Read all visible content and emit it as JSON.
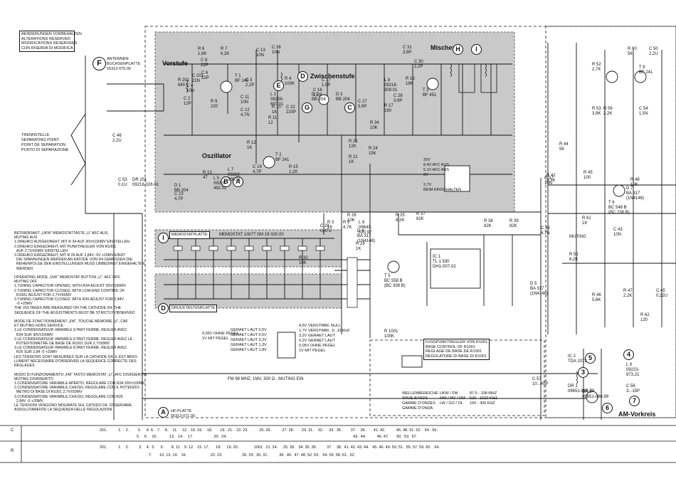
{
  "notice": "AENDERUNGEN VORBEHALTEN\nALTERATIONS RESERVED\nMODIFICATIONS RESERVEES\nCON RISERVA DI MODIFICA",
  "antenna_plate": "ANTENNEN-\nBUCHSENPLATTE\n55312-075.00",
  "antenna_letter": "F",
  "separating_point": "TRENNSTELLE\nSEPARATING POINT\nPOINT DE SEPARATION\nPUNTO DI SEPARAZIONE",
  "section_titles": {
    "vorstufe": "Vorstufe",
    "oszillator": "Oszillator",
    "zwischenstufe": "Zwischenstufe",
    "mischer": "Mischer",
    "am_vorkreis": "AM-Vorkreis"
  },
  "memory_plate": "MEMOSTATPLATTE",
  "memory_plate_no": "MEMOSTAT 1/8/77 SM 19-320.00",
  "pushbutton_plate": "DRUCKTASTENPLATTE",
  "hf_plate": "HF-PLATTE\n55312-071.00",
  "circle_labels": [
    "H",
    "I",
    "D",
    "G",
    "C",
    "B",
    "A",
    "E",
    "I",
    "D",
    "A"
  ],
  "numbered_circles": [
    "3",
    "4",
    "5",
    "6",
    "7"
  ],
  "fine_tune_box": "FUSSPUNKTREGLER VON R1001\nBASE CONTROL OF R1001\nREGLAGE DE BASE DE R1001\nREGOLATORE DI BASE DI R1001",
  "band_table": {
    "header": "WELLENBEREICHE\nWAVE BANDS\nGAMME D'ONDES\nGAMME D'ONDA",
    "bands": "UKW / FM\nMW / PO / OM\nLW / GO / OL",
    "ranges": "87,5 - 108 MHZ\n520 - 1620 KHZ\n150 - 300 KHZ"
  },
  "fm_line": "FM 98 MHZ, 1MV, 300 Ω , MUTING EIN",
  "gerate_laut": "GERAET LAUT 0,5V\nGERAET LAUT 0,5V\nGERAET LAUT 3,2V\nGERAET LAUT 1,3V\nGERAET LAUT 1,8V",
  "verstimm": "4,6V VERSTIMM. NULL\n1,7V VERSTIMM. -0...50KHZ\n3,2V GERAET LAUT\n0,2V GERAET LAUT\n0,05V OHNE PEGEL\n1V MIT PEGEL",
  "ohne_pegel": "0,05V OHNE PEGEL\n1V MIT PEGEL",
  "voltages_box": "20V\n8,4V AFC AUS\n5,1V AFC AUS\n0V\n\n2,7V\nBEIM EINSCHALTEN",
  "instructions": "BETRIEBSART „UKW“ MEMOSTATTASTE „U“ AFC AUS,\nMUTING AUS\n1.DREHKO AUSGEDREHT, MIT R 34 AUF 30V±100MV EINSTELLEN\n2.DREHKO EINGEDREHT, MIT PUNKTREGLER VON R1001\n  AUF 2,7V±50MV EINSTELLEN\n3.DREHKO EINGEDREHT, MIT R 26 AUF 2,84V -0V +20MV EINST\n  DIE SPANNUNGEN WERDEN AN KATODE VON D4 GEMESSEN DIE\n  REIHENFOLGE DER EINSTELLUNGEN MUSS UNBEDINGT EINGEHALTEN\n  WERDEN\n\nOPERATING MODE „VHF“ MEMOSTAT BUTTON „U“, AFC OFF,\nMUTING OFF\n1.TUNING CAPACITOR OPENED, WITH R34 ADJUST 30V±100MV\n2.TUNING CAPACITOR CLOSED, WITH LOW-END CONTROL OF\n  R1001 ADJUST FOR 2,7V±50MV\n3.TUNING CAPACITOR CLOSED, WITH R26 ADJUST FOR 2,84V\n  -0 +20MV\nTHE VOLTAGES ARE MEASURED ON THE CATHODE D4. THE\nSEQUENCE OF THE ADJUSTMENTS MUST BE STRICTLY OBSERVED\n\nMODE DE FONCTIONNEMENT „FM“, TOUCHE MEMOIRE „U“, CAF\nET MUTING HORS SERVICE\n1.LE CONDENSATEUR VARIABLE ETANT FERME, REGLER AVEC\n  R34 SUR 30V±100MV\n2.LE CONDENSATEUR VARIABLE ETANT FERME, REGLER AVEC LE\n  POTENTIOMETRE DE BASE DE R1001 SUR 2,7±50MV\n3.LE CONDENSATEUR VARIABLE ETANT FERME, REGLER AVEC\n  R26 SUR 2,84 -0 +20MV\nLES TENSIONS SONT MESUREES SUR LA CATHODE D4. IL EST ABSO-\nLUMENT NECESSAIRE D'OBSERVER LA SEQUENCE CORRECTE DES REGLAGES\n\nMODO DI FUNZIONAMENTO „FM“ TASTO MEMOSTAT „U“, AFC DISINSERITO,\nMUTING DISINSERITO\n1.CONDENSATORE VARIABILE APERTO, REGOLARE CON R34 30V±100MV\n2.CONDENSATORE VARIABILE CHIUSO, REGOLARE CON IL POTENZIO-\n  METRO DI BASE DI R1001 2,7V±50MV\n3.CONDENSATORE VARIABILE CHIUSO, REGOLARE CON R26\n  2,84V -0 +20MV\nLE TENSIONI VENGONO MISURATE SUL CATODO D4. OSSERVARE\nASSOLUTAMENTE LA SEQUENZA DELLE REGOLAZIONI",
  "components": [
    {
      "t": "C 6\n22P"
    },
    {
      "t": "R 6\n1,8K"
    },
    {
      "t": "R 7\n6,2K"
    },
    {
      "t": "C 8\n22P"
    },
    {
      "t": "T 1\nBF 240"
    },
    {
      "t": "C 13\n10N"
    },
    {
      "t": "C 3\n2,2P"
    },
    {
      "t": "C 2\n12P"
    },
    {
      "t": "R 9\n220"
    },
    {
      "t": "C 11\n10N"
    },
    {
      "t": "C 12\n4,7N"
    },
    {
      "t": "R 10\n1K"
    },
    {
      "t": "C 16\n2,2P"
    },
    {
      "t": "C 17\n1,5P"
    },
    {
      "t": "C 22\n220P"
    },
    {
      "t": "R 11\n12"
    },
    {
      "t": "D 2\nBB 204"
    },
    {
      "t": "D 3\nBB 204"
    },
    {
      "t": "C 27\n5,6P"
    },
    {
      "t": "R 17\n180"
    },
    {
      "t": "C 28\n3,9P"
    },
    {
      "t": "T 3\nBF 451"
    },
    {
      "t": "R 19\n18K"
    },
    {
      "t": "C 30\n2,2P"
    },
    {
      "t": "C 31\n3,9P"
    },
    {
      "t": "C 36\n10N"
    },
    {
      "t": "L 8\n09218-\n309.01"
    },
    {
      "t": "R 34\n10K"
    },
    {
      "t": "R 24\n15K"
    },
    {
      "t": "R 25\n8,2K"
    },
    {
      "t": "R 26\n10K"
    },
    {
      "t": "D 4\nBA 317\n(1N4148)"
    },
    {
      "t": "C 28\n0,47U"
    },
    {
      "t": "R 21\n12K"
    },
    {
      "t": "R 22\n1K"
    },
    {
      "t": "T 2\nBF 241"
    },
    {
      "t": "R 12\n1K"
    },
    {
      "t": "C 19\n4,7P"
    },
    {
      "t": "R 15\n2,2K"
    },
    {
      "t": "R 37\n82K"
    },
    {
      "t": "R 38\n82K"
    },
    {
      "t": "R 39\n82K"
    },
    {
      "t": "IC 1\nTL 1 530\nDH1-007-02"
    },
    {
      "t": "T 5\nBC 558 B\n(BC 308 B)"
    },
    {
      "t": "C 38\n4,7N"
    },
    {
      "t": "R 29\n1K"
    },
    {
      "t": "R 30\n10K"
    },
    {
      "t": "R 1001\n100K"
    },
    {
      "t": "D 5\nBA 317\n(1N4148)"
    },
    {
      "t": "T 6\nBC 548 B\n(BC 238 B)"
    },
    {
      "t": "T 8\nBF 241"
    },
    {
      "t": "R 60\n56"
    },
    {
      "t": "C 50\n2,2U"
    },
    {
      "t": "R 52\n2,7K"
    },
    {
      "t": "R 53\n3,9K"
    },
    {
      "t": "R 56\n2,2K"
    },
    {
      "t": "C 54\n1,5N"
    },
    {
      "t": "R 62\n120"
    },
    {
      "t": "IC 2\nTDA 1072"
    },
    {
      "t": "DR 1\n09651-085.99"
    },
    {
      "t": "DR 2\n09651-086.99"
    },
    {
      "t": "L 9\n09223-\n873.21"
    },
    {
      "t": "C 56\n3...15P"
    },
    {
      "t": "C 57\n10...40P"
    },
    {
      "t": "R 42\n3,3K"
    },
    {
      "t": "C 37\n10N"
    },
    {
      "t": "R 44\n56"
    },
    {
      "t": "R 45\n100"
    },
    {
      "t": "C 43\n10N"
    },
    {
      "t": "R 48\n10K"
    },
    {
      "t": "D 7\nBA 317\n(1N4148)"
    },
    {
      "t": "R 61\n1K"
    },
    {
      "t": "MUTING"
    },
    {
      "t": "R 55\n8,2K"
    },
    {
      "t": "R 46\n5,6K"
    },
    {
      "t": "R 47\n2,2K"
    },
    {
      "t": "C 45\n0,22U"
    },
    {
      "t": "C 46\n2,2U"
    },
    {
      "t": "C 53\n0,1U"
    },
    {
      "t": "DR 201\n09218-026.01"
    },
    {
      "t": "C 201\n22N"
    },
    {
      "t": "R 201\n680"
    },
    {
      "t": "C 4\n10N"
    },
    {
      "t": "R 4\n100K"
    },
    {
      "t": "L 1\n09226-\n697.01"
    },
    {
      "t": "L 7\n09218-\n308.01"
    },
    {
      "t": "R 13\n47"
    },
    {
      "t": "D 1\nBB 204"
    },
    {
      "t": "C 23\n4,7P"
    },
    {
      "t": "L 5\n09228-\n492.01"
    },
    {
      "t": "R 3\n1K"
    },
    {
      "t": "R 5\n4,7K"
    },
    {
      "t": "L 9\n09641-\n020.97"
    }
  ],
  "table": {
    "row_labels": [
      "C",
      "R"
    ],
    "c_row": "201.          1.    2.        3.     4. 6.   7.    8.    11.    12.   15. 16.    18.       19.  21.   22. 23.          25. 26.          27. 28.       29. 31.    32.     33.  35.        37.    39.       41. 42.          45. 48. 51. 52.   54.  56.",
    "c_row2": "                                  5.    9.    10.           13.   14.    17.                   20.  24.                                                                                                                    43.  44.          46. 47.       50.  53.  57.",
    "r_row": "201.          1.    2.         3.    4.  5.     6.       8. 11.   9. 12.   15. 17.      18.     19. 20.              1001.  21. 24.     25. 28.   34. 35. 36.         37.    38.  41. 42. 43. 44.   45. 46. 49. 50. 51.  55. 57. 59. 60.   64.",
    "r_row2": "                                             7.       10. 13. 14.   16.                      22. 23.                  26. 29.  30. 31.          39.  40.  47. 48. 52. 53.   54. 56. 58. 61.  62."
  }
}
